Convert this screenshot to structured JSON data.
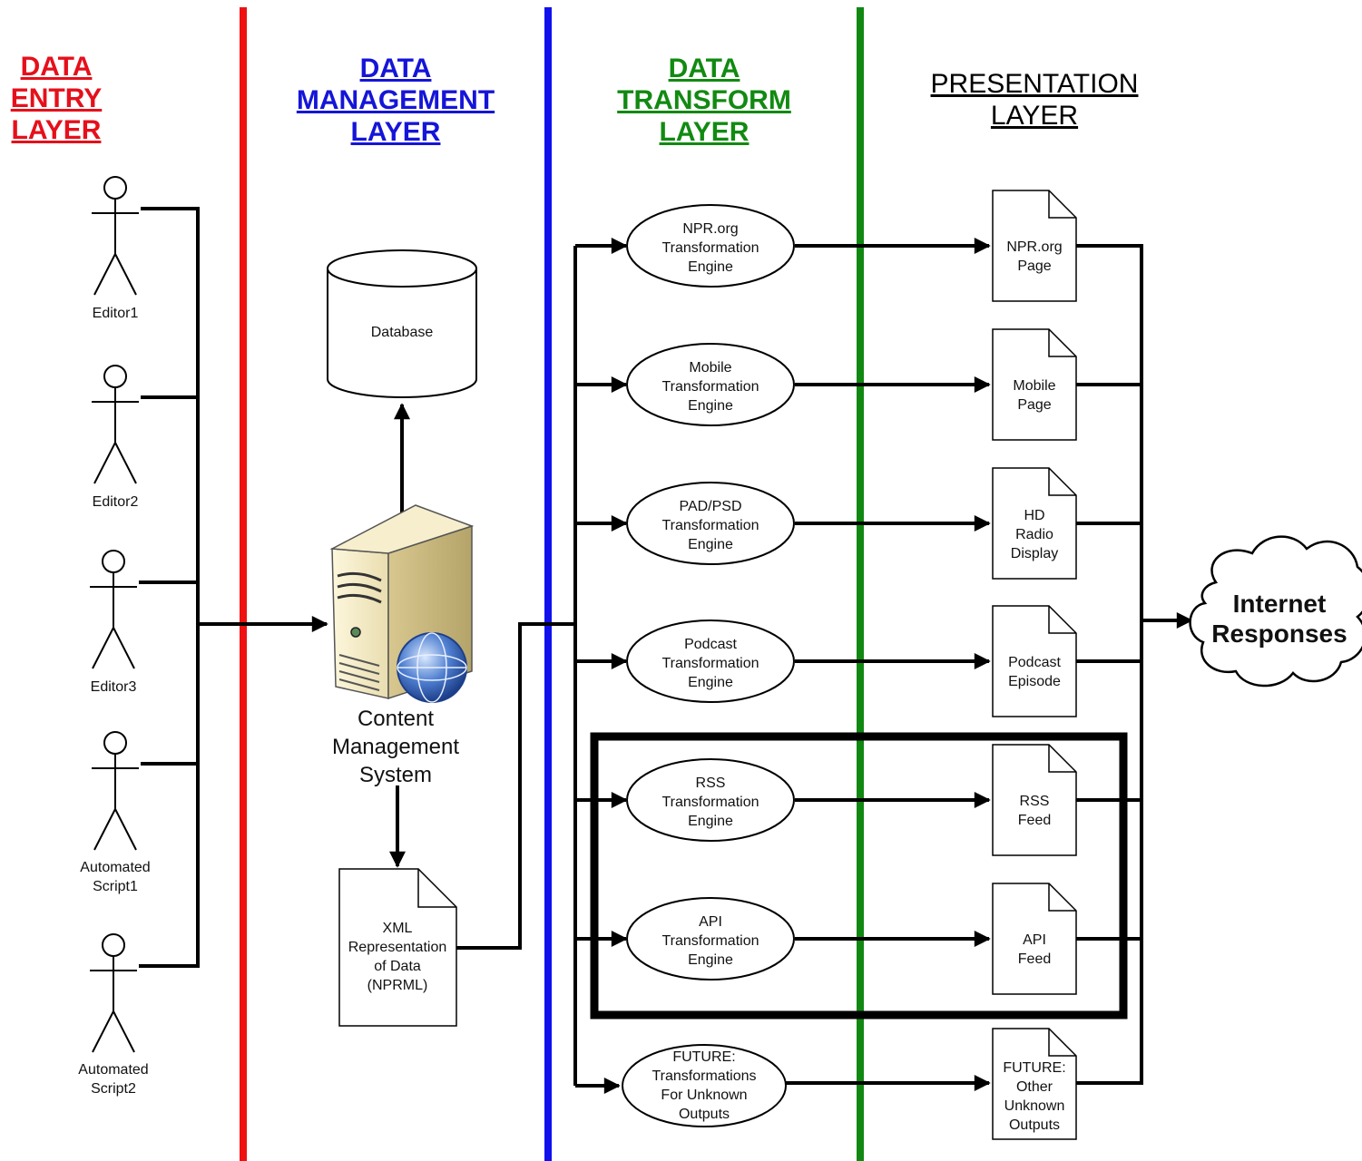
{
  "layers": [
    {
      "lines": [
        "DATA",
        "ENTRY",
        "LAYER"
      ],
      "color": "#e5101b"
    },
    {
      "lines": [
        "DATA",
        "MANAGEMENT",
        "LAYER"
      ],
      "color": "#1515d8"
    },
    {
      "lines": [
        "DATA",
        "TRANSFORM",
        "LAYER"
      ],
      "color": "#118a11"
    },
    {
      "lines": [
        "PRESENTATION",
        "LAYER"
      ],
      "color": "#000000"
    }
  ],
  "divider_colors": [
    "#ee1111",
    "#1111ee",
    "#118811"
  ],
  "actors": [
    {
      "lines": [
        "Editor1"
      ]
    },
    {
      "lines": [
        "Editor2"
      ]
    },
    {
      "lines": [
        "Editor3"
      ]
    },
    {
      "lines": [
        "Automated",
        "Script1"
      ]
    },
    {
      "lines": [
        "Automated",
        "Script2"
      ]
    }
  ],
  "database": {
    "label": "Database"
  },
  "cms": {
    "lines": [
      "Content",
      "Management",
      "System"
    ]
  },
  "xml_doc": {
    "lines": [
      "XML",
      "Representation",
      "of Data",
      "(NPRML)"
    ]
  },
  "engines": [
    {
      "lines": [
        "NPR.org",
        "Transformation",
        "Engine"
      ]
    },
    {
      "lines": [
        "Mobile",
        "Transformation",
        "Engine"
      ]
    },
    {
      "lines": [
        "PAD/PSD",
        "Transformation",
        "Engine"
      ]
    },
    {
      "lines": [
        "Podcast",
        "Transformation",
        "Engine"
      ]
    },
    {
      "lines": [
        "RSS",
        "Transformation",
        "Engine"
      ]
    },
    {
      "lines": [
        "API",
        "Transformation",
        "Engine"
      ]
    },
    {
      "lines": [
        "FUTURE:",
        "Transformations",
        "For Unknown",
        "Outputs"
      ]
    }
  ],
  "outputs": [
    {
      "lines": [
        "NPR.org",
        "Page"
      ]
    },
    {
      "lines": [
        "Mobile",
        "Page"
      ]
    },
    {
      "lines": [
        "HD",
        "Radio",
        "Display"
      ]
    },
    {
      "lines": [
        "Podcast",
        "Episode"
      ]
    },
    {
      "lines": [
        "RSS",
        "Feed"
      ]
    },
    {
      "lines": [
        "API",
        "Feed"
      ]
    },
    {
      "lines": [
        "FUTURE:",
        "Other",
        "Unknown",
        "Outputs"
      ]
    }
  ],
  "cloud": {
    "lines": [
      "Internet",
      "Responses"
    ]
  }
}
